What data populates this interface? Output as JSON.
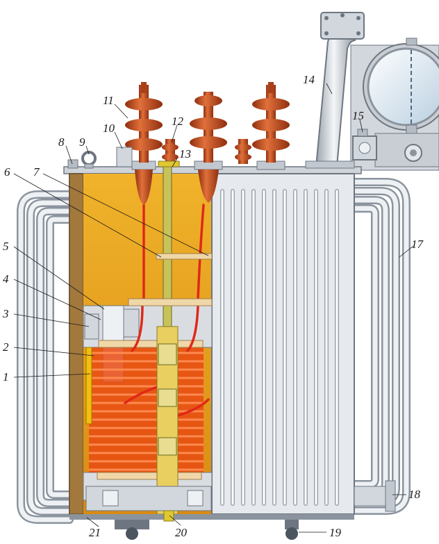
{
  "colors": {
    "tank_steel": "#e3e7ec",
    "tank_shadow": "#9aa3ad",
    "oil_interior": "#e8a320",
    "bushing_porcelain": "#c8501e",
    "winding_copper": "#e84a12",
    "core_wood": "#f0d7a8",
    "frame_metal": "#d9dde2"
  },
  "callouts": [
    {
      "id": "c1",
      "text": "1"
    },
    {
      "id": "c2",
      "text": "2"
    },
    {
      "id": "c3",
      "text": "3"
    },
    {
      "id": "c4",
      "text": "4"
    },
    {
      "id": "c5",
      "text": "5"
    },
    {
      "id": "c6",
      "text": "6"
    },
    {
      "id": "c7",
      "text": "7"
    },
    {
      "id": "c8",
      "text": "8"
    },
    {
      "id": "c9",
      "text": "9"
    },
    {
      "id": "c10",
      "text": "10"
    },
    {
      "id": "c11",
      "text": "11"
    },
    {
      "id": "c12",
      "text": "12"
    },
    {
      "id": "c13",
      "text": "13"
    },
    {
      "id": "c14",
      "text": "14"
    },
    {
      "id": "c15",
      "text": "15"
    },
    {
      "id": "c17",
      "text": "17"
    },
    {
      "id": "c18",
      "text": "18"
    },
    {
      "id": "c19",
      "text": "19"
    },
    {
      "id": "c20",
      "text": "20"
    },
    {
      "id": "c21",
      "text": "21"
    }
  ]
}
